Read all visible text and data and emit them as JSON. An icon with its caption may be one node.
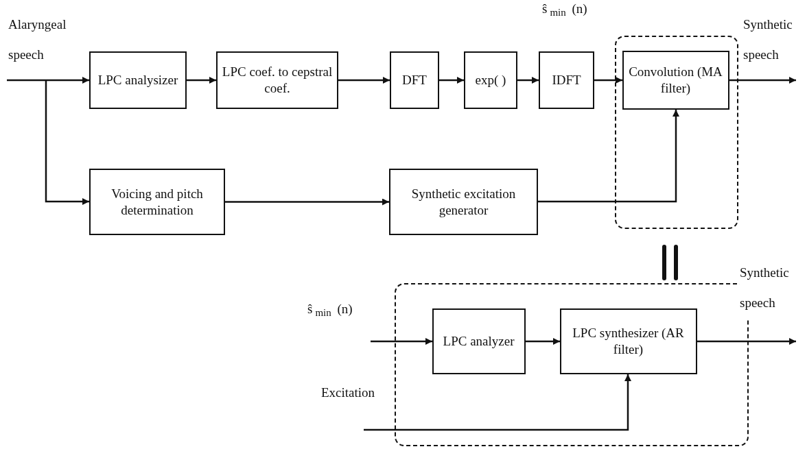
{
  "diagram": {
    "nodes": [
      {
        "text": [
          "LPC analysizer"
        ]
      },
      {
        "text": [
          "LPC coef. to cepstral coef."
        ]
      },
      {
        "text": [
          "DFT"
        ]
      },
      {
        "text": [
          "exp( )"
        ]
      },
      {
        "text": [
          "IDFT"
        ]
      },
      {
        "text": [],
        "shape": "box"
      },
      {
        "text": [
          "Convolution (MA filter)"
        ],
        "in": 5
      },
      {
        "text": [
          "Voicing and pitch determination"
        ]
      },
      {
        "text": [
          "Synthetic excitation generator"
        ]
      },
      {
        "text": [],
        "shape": "box"
      },
      {
        "text": [
          "LPC analyzer"
        ],
        "in": 9
      },
      {
        "text": [
          "LPC synthesizer (AR filter)"
        ],
        "in": 9
      }
    ],
    "edges": [
      {
        "from": null,
        "to": 0,
        "arrow": "to",
        "label": "Alaryngeal speech"
      },
      {
        "from": null,
        "to": 7,
        "arrow": "to"
      },
      {
        "from": 0,
        "to": 1,
        "arrow": "to"
      },
      {
        "from": 1,
        "to": 2,
        "arrow": "to"
      },
      {
        "from": 2,
        "to": 3,
        "arrow": "to"
      },
      {
        "from": 3,
        "to": 4,
        "arrow": "to"
      },
      {
        "from": 4,
        "to": 6,
        "arrow": "to",
        "label": "ŝ$_{min}$ (n)"
      },
      {
        "from": 6,
        "to": null,
        "arrow": "to",
        "label": "Synthetic speech"
      },
      {
        "from": 7,
        "to": 8,
        "arrow": "to"
      },
      {
        "from": 8,
        "to": 6,
        "arrow": "to"
      },
      {
        "from": null,
        "to": 10,
        "arrow": "to",
        "label": "ŝ$_{min}$ (n)"
      },
      {
        "from": 10,
        "to": 11,
        "arrow": "to"
      },
      {
        "from": 11,
        "to": null,
        "arrow": "to",
        "label": "Synthetic speech"
      },
      {
        "from": null,
        "to": 11,
        "arrow": "to",
        "label": "Excitation"
      }
    ]
  }
}
